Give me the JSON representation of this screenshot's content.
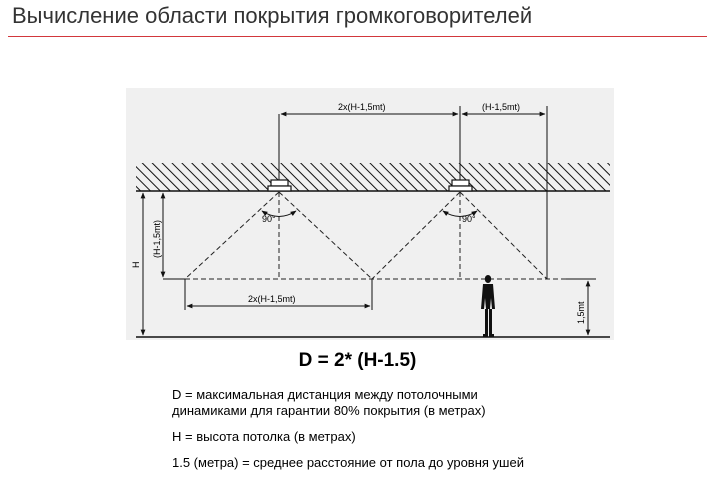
{
  "header": {
    "title": "Вычисление области покрытия громкоговорителей",
    "rule_color": "#d2373c"
  },
  "diagram": {
    "label_top_span": "2x(H-1,5mt)",
    "label_top_half": "(H-1,5mt)",
    "label_bottom_span": "2x(H-1,5mt)",
    "label_left_drop": "(H-1,5mt)",
    "label_height": "H",
    "label_ear_height": "1,5mt",
    "label_angle_left": "90°",
    "label_angle_right": "90°"
  },
  "formula": {
    "text": "D = 2* (H-1.5)"
  },
  "definitions": [
    {
      "text": "D = максимальная дистанция между потолочными\nдинамиками для гарантии 80% покрытия (в метрах)"
    },
    {
      "text": "H = высота потолка (в метрах)"
    },
    {
      "text": "1.5 (метра) = среднее расстояние от пола до уровня ушей"
    }
  ]
}
